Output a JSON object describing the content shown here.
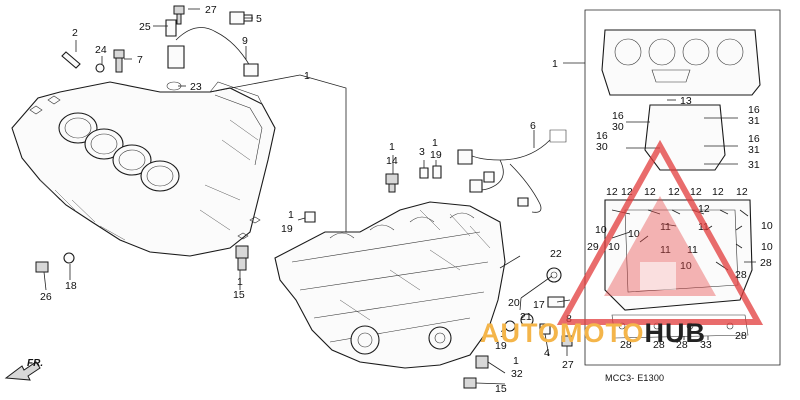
{
  "diagram_code": "MCC3- E1300",
  "direction_label": "FR.",
  "watermark": {
    "brand_left": "AUTOMOTO",
    "brand_right": "HUB"
  },
  "callouts": [
    {
      "id": "c27a",
      "label": "27"
    },
    {
      "id": "c25",
      "label": "25"
    },
    {
      "id": "c5",
      "label": "5"
    },
    {
      "id": "c9",
      "label": "9"
    },
    {
      "id": "c2",
      "label": "2"
    },
    {
      "id": "c24",
      "label": "24"
    },
    {
      "id": "c7",
      "label": "7"
    },
    {
      "id": "c23",
      "label": "23"
    },
    {
      "id": "c1a",
      "label": "1"
    },
    {
      "id": "c1b",
      "label": "1"
    },
    {
      "id": "c13",
      "label": "13"
    },
    {
      "id": "c16a",
      "label": "16"
    },
    {
      "id": "c31a",
      "label": "31"
    },
    {
      "id": "c16b",
      "label": "16"
    },
    {
      "id": "c30a",
      "label": "30"
    },
    {
      "id": "c16c",
      "label": "16"
    },
    {
      "id": "c31b",
      "label": "31"
    },
    {
      "id": "c16d",
      "label": "16"
    },
    {
      "id": "c30b",
      "label": "30"
    },
    {
      "id": "c31c",
      "label": "31"
    },
    {
      "id": "c6",
      "label": "6"
    },
    {
      "id": "c1c",
      "label": "1"
    },
    {
      "id": "c14",
      "label": "14"
    },
    {
      "id": "c3",
      "label": "3"
    },
    {
      "id": "c1d",
      "label": "1"
    },
    {
      "id": "c19a",
      "label": "19"
    },
    {
      "id": "c12a",
      "label": "12"
    },
    {
      "id": "c12b",
      "label": "12"
    },
    {
      "id": "c12c",
      "label": "12"
    },
    {
      "id": "c12d",
      "label": "12"
    },
    {
      "id": "c12e",
      "label": "12"
    },
    {
      "id": "c12f",
      "label": "12"
    },
    {
      "id": "c12g",
      "label": "12"
    },
    {
      "id": "c12h",
      "label": "12"
    },
    {
      "id": "c10a",
      "label": "10"
    },
    {
      "id": "c11a",
      "label": "11"
    },
    {
      "id": "c11b",
      "label": "11"
    },
    {
      "id": "c10b",
      "label": "10"
    },
    {
      "id": "c10c",
      "label": "10"
    },
    {
      "id": "c29",
      "label": "29"
    },
    {
      "id": "c10d",
      "label": "10"
    },
    {
      "id": "c11c",
      "label": "11"
    },
    {
      "id": "c11d",
      "label": "11"
    },
    {
      "id": "c10e",
      "label": "10"
    },
    {
      "id": "c10f",
      "label": "10"
    },
    {
      "id": "c28a",
      "label": "28"
    },
    {
      "id": "c28b",
      "label": "28"
    },
    {
      "id": "c1e",
      "label": "1"
    },
    {
      "id": "c19b",
      "label": "19"
    },
    {
      "id": "c22",
      "label": "22"
    },
    {
      "id": "c26",
      "label": "26"
    },
    {
      "id": "c18",
      "label": "18"
    },
    {
      "id": "c1f",
      "label": "1"
    },
    {
      "id": "c15a",
      "label": "15"
    },
    {
      "id": "c20",
      "label": "20"
    },
    {
      "id": "c17",
      "label": "17"
    },
    {
      "id": "c21",
      "label": "21"
    },
    {
      "id": "c8",
      "label": "8"
    },
    {
      "id": "c1g",
      "label": "1"
    },
    {
      "id": "c19c",
      "label": "19"
    },
    {
      "id": "c4",
      "label": "4"
    },
    {
      "id": "c27b",
      "label": "27"
    },
    {
      "id": "c1h",
      "label": "1"
    },
    {
      "id": "c32",
      "label": "32"
    },
    {
      "id": "c15b",
      "label": "15"
    },
    {
      "id": "c28c",
      "label": "28"
    },
    {
      "id": "c28d",
      "label": "28"
    },
    {
      "id": "c28e",
      "label": "28"
    },
    {
      "id": "c33",
      "label": "33"
    },
    {
      "id": "c28f",
      "label": "28"
    }
  ]
}
